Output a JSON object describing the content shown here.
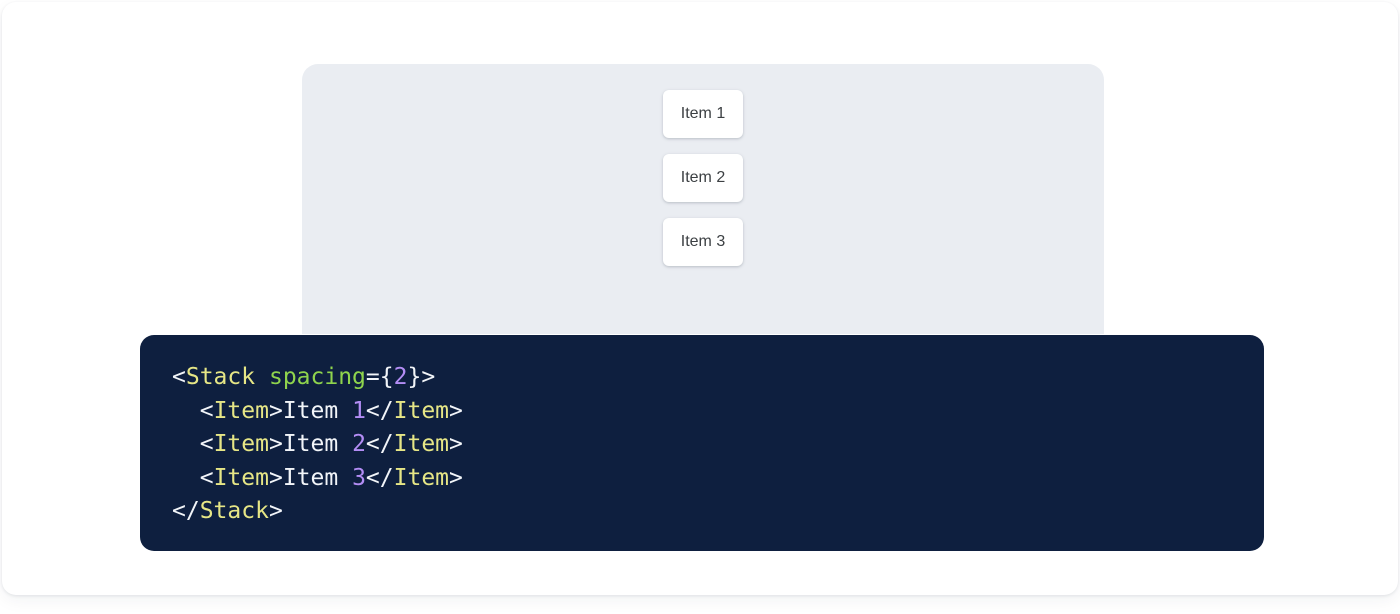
{
  "preview": {
    "component_name": "Stack",
    "items": [
      {
        "label": "Item 1"
      },
      {
        "label": "Item 2"
      },
      {
        "label": "Item 3"
      }
    ]
  },
  "code": {
    "language": "jsx",
    "lines": [
      {
        "indent": "",
        "tokens": [
          {
            "text": "<",
            "type": "punct"
          },
          {
            "text": "Stack",
            "type": "tag"
          },
          {
            "text": " ",
            "type": "text"
          },
          {
            "text": "spacing",
            "type": "attr"
          },
          {
            "text": "={",
            "type": "punct"
          },
          {
            "text": "2",
            "type": "num"
          },
          {
            "text": "}>",
            "type": "punct"
          }
        ]
      },
      {
        "indent": "  ",
        "tokens": [
          {
            "text": "<",
            "type": "punct"
          },
          {
            "text": "Item",
            "type": "tag"
          },
          {
            "text": ">",
            "type": "punct"
          },
          {
            "text": "Item ",
            "type": "text"
          },
          {
            "text": "1",
            "type": "num"
          },
          {
            "text": "</",
            "type": "punct"
          },
          {
            "text": "Item",
            "type": "tag"
          },
          {
            "text": ">",
            "type": "punct"
          }
        ]
      },
      {
        "indent": "  ",
        "tokens": [
          {
            "text": "<",
            "type": "punct"
          },
          {
            "text": "Item",
            "type": "tag"
          },
          {
            "text": ">",
            "type": "punct"
          },
          {
            "text": "Item ",
            "type": "text"
          },
          {
            "text": "2",
            "type": "num"
          },
          {
            "text": "</",
            "type": "punct"
          },
          {
            "text": "Item",
            "type": "tag"
          },
          {
            "text": ">",
            "type": "punct"
          }
        ]
      },
      {
        "indent": "  ",
        "tokens": [
          {
            "text": "<",
            "type": "punct"
          },
          {
            "text": "Item",
            "type": "tag"
          },
          {
            "text": ">",
            "type": "punct"
          },
          {
            "text": "Item ",
            "type": "text"
          },
          {
            "text": "3",
            "type": "num"
          },
          {
            "text": "</",
            "type": "punct"
          },
          {
            "text": "Item",
            "type": "tag"
          },
          {
            "text": ">",
            "type": "punct"
          }
        ]
      },
      {
        "indent": "",
        "tokens": [
          {
            "text": "</",
            "type": "punct"
          },
          {
            "text": "Stack",
            "type": "tag"
          },
          {
            "text": ">",
            "type": "punct"
          }
        ]
      }
    ]
  },
  "colors": {
    "page_background": "#ffffff",
    "stage_background": "#eaedf2",
    "code_background": "#0e1f3f",
    "item_background": "#ffffff",
    "item_text": "#3c4043",
    "token_punct": "#f2f5f9",
    "token_tag": "#e6e686",
    "token_attr": "#8fd44d",
    "token_number": "#b38df5"
  }
}
